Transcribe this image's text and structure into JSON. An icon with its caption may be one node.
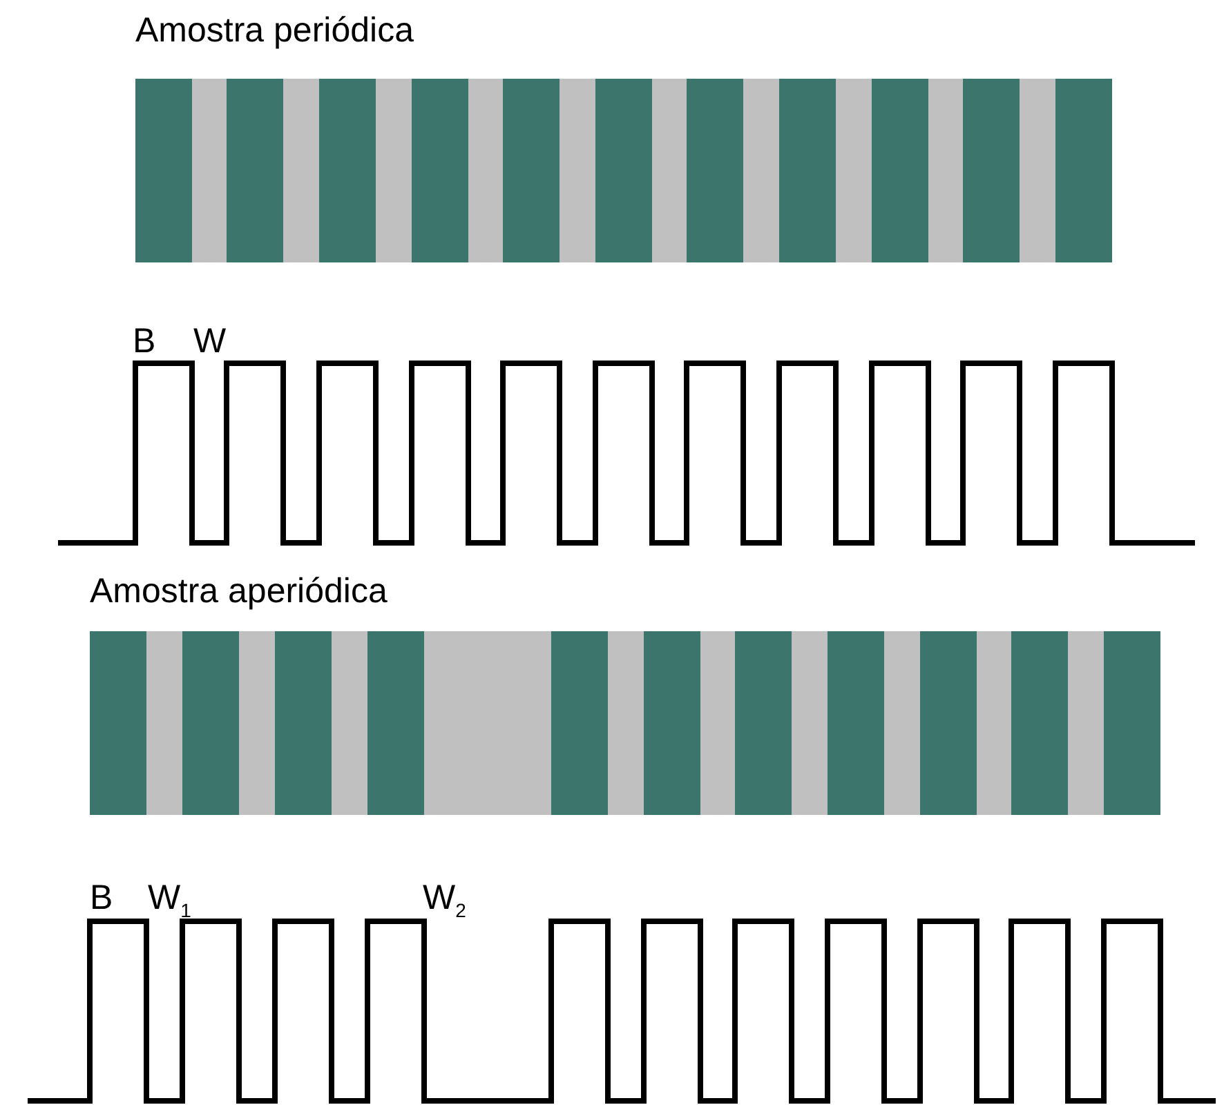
{
  "diagram": {
    "labels": [
      "Amostra periódica",
      "B",
      "W",
      "Amostra aperiódica",
      "B",
      "W$_{1}$",
      "W$_{2}$"
    ]
  }
}
